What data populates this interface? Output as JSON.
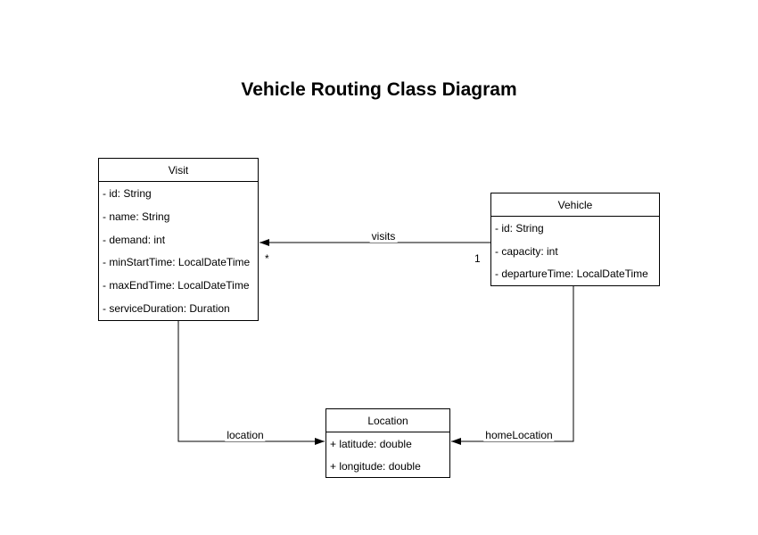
{
  "title": "Vehicle Routing Class Diagram",
  "classes": [
    {
      "name": "Visit",
      "attributes": [
        "- id: String",
        "- name: String",
        "- demand: int",
        "- minStartTime: LocalDateTime",
        "- maxEndTime: LocalDateTime",
        "- serviceDuration: Duration"
      ]
    },
    {
      "name": "Vehicle",
      "attributes": [
        "- id: String",
        "- capacity: int",
        "- departureTime: LocalDateTime"
      ]
    },
    {
      "name": "Location",
      "attributes": [
        "+ latitude: double",
        "+ longitude: double"
      ]
    }
  ],
  "associations": [
    {
      "label": "visits",
      "from": "Vehicle",
      "to": "Visit",
      "source_multiplicity": "1",
      "target_multiplicity": "*"
    },
    {
      "label": "location",
      "from": "Visit",
      "to": "Location"
    },
    {
      "label": "homeLocation",
      "from": "Vehicle",
      "to": "Location"
    }
  ],
  "colors": {
    "stroke": "#000000",
    "fill": "#ffffff",
    "text": "#000000"
  }
}
